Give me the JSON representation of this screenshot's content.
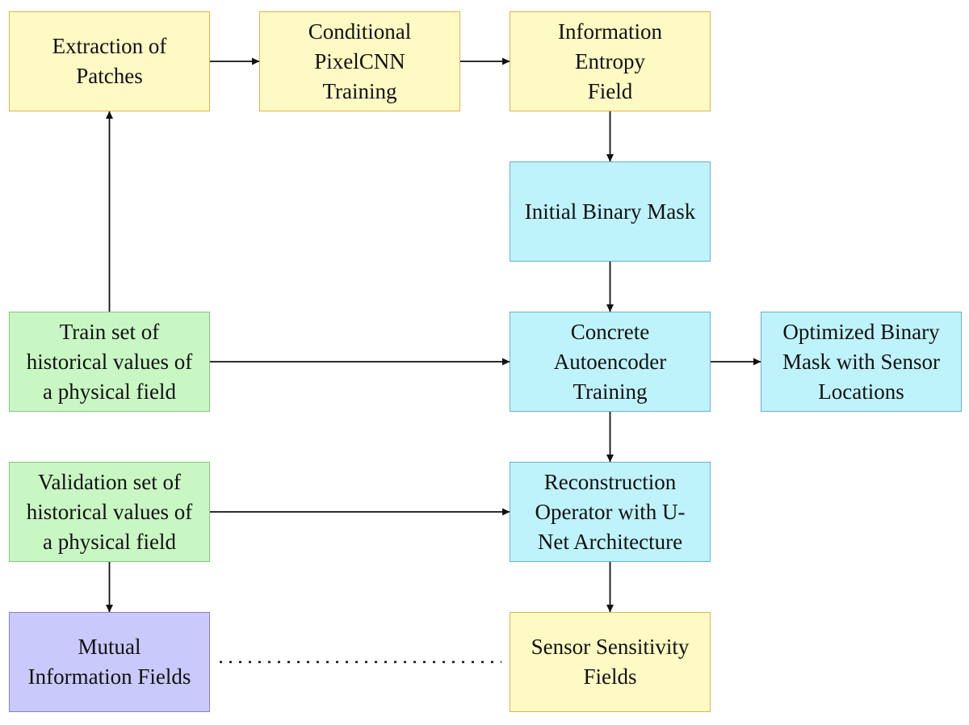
{
  "nodes": {
    "extraction": {
      "lines": [
        "Extraction of",
        "Patches"
      ]
    },
    "pixelcnn": {
      "lines": [
        "Conditional",
        "PixelCNN",
        "Training"
      ]
    },
    "entropy": {
      "lines": [
        "Information",
        "Entropy",
        "Field"
      ]
    },
    "initial_mask": {
      "lines": [
        "Initial Binary Mask"
      ]
    },
    "autoencoder": {
      "lines": [
        "Concrete",
        "Autoencoder",
        "Training"
      ]
    },
    "optimized_mask": {
      "lines": [
        "Optimized Binary",
        "Mask with Sensor",
        "Locations"
      ]
    },
    "train_set": {
      "lines": [
        "Train set of",
        "historical values of",
        "a physical field"
      ]
    },
    "validation_set": {
      "lines": [
        "Validation set of",
        "historical values of",
        "a physical field"
      ]
    },
    "reconstruction": {
      "lines": [
        "Reconstruction",
        "Operator with U-",
        "Net Architecture"
      ]
    },
    "mutual_info": {
      "lines": [
        "Mutual",
        "Information Fields"
      ]
    },
    "sensitivity": {
      "lines": [
        "Sensor Sensitivity",
        "Fields"
      ]
    }
  },
  "edges": [
    {
      "from": "extraction",
      "to": "pixelcnn",
      "style": "arrow"
    },
    {
      "from": "pixelcnn",
      "to": "entropy",
      "style": "arrow"
    },
    {
      "from": "entropy",
      "to": "initial_mask",
      "style": "arrow"
    },
    {
      "from": "initial_mask",
      "to": "autoencoder",
      "style": "arrow"
    },
    {
      "from": "train_set",
      "to": "extraction",
      "style": "arrow"
    },
    {
      "from": "train_set",
      "to": "autoencoder",
      "style": "arrow"
    },
    {
      "from": "autoencoder",
      "to": "optimized_mask",
      "style": "arrow"
    },
    {
      "from": "autoencoder",
      "to": "reconstruction",
      "style": "arrow"
    },
    {
      "from": "validation_set",
      "to": "reconstruction",
      "style": "arrow"
    },
    {
      "from": "validation_set",
      "to": "mutual_info",
      "style": "arrow"
    },
    {
      "from": "reconstruction",
      "to": "sensitivity",
      "style": "arrow"
    },
    {
      "from": "mutual_info",
      "to": "sensitivity",
      "style": "dotted"
    }
  ],
  "colors": {
    "yellow_fill": "#fff9c4",
    "yellow_stroke": "#d9b64a",
    "cyan_fill": "#bff3fb",
    "cyan_stroke": "#6aaed0",
    "green_fill": "#c9f7c4",
    "green_stroke": "#7ec97a",
    "purple_fill": "#c9c9fb",
    "purple_stroke": "#8d7fc2",
    "line": "#111111"
  }
}
